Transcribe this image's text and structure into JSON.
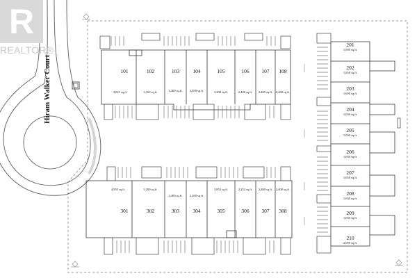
{
  "logo": {
    "glyph": "R",
    "wordmark": "REALTOR®"
  },
  "street_label": "Hiram Walker Court",
  "units": [
    {
      "id": "101",
      "area": "3,821 sq.ft."
    },
    {
      "id": "102",
      "area": "3,100 sq.ft."
    },
    {
      "id": "103",
      "area": "2,400 sq.ft."
    },
    {
      "id": "104",
      "area": "2,400 sq.ft."
    },
    {
      "id": "105",
      "area": "3,200 sq.ft."
    },
    {
      "id": "106",
      "area": "2,400 sq.ft."
    },
    {
      "id": "107",
      "area": "2,400 sq.ft."
    },
    {
      "id": "108",
      "area": "2,400 sq.ft."
    },
    {
      "id": "201",
      "area": "1,695 sq.ft."
    },
    {
      "id": "202",
      "area": "1,650 sq.ft."
    },
    {
      "id": "203",
      "area": "1,650 sq.ft."
    },
    {
      "id": "204",
      "area": "1,650 sq.ft."
    },
    {
      "id": "205",
      "area": "1,650 sq.ft."
    },
    {
      "id": "206",
      "area": "1,650 sq.ft."
    },
    {
      "id": "207",
      "area": "1,650 sq.ft."
    },
    {
      "id": "208",
      "area": "1,650 sq.ft."
    },
    {
      "id": "209",
      "area": "1,650 sq.ft."
    },
    {
      "id": "210",
      "area": "2,090 sq.ft."
    },
    {
      "id": "301",
      "area": "4,955 sq.ft."
    },
    {
      "id": "302",
      "area": "3,200 sq.ft."
    },
    {
      "id": "303",
      "area": "2,400 sq.ft."
    },
    {
      "id": "304",
      "area": "2,400 sq.ft."
    },
    {
      "id": "305",
      "area": "3,852 sq.ft."
    },
    {
      "id": "306",
      "area": "2,252 sq.ft."
    },
    {
      "id": "307",
      "area": "2,400 sq.ft."
    },
    {
      "id": "308",
      "area": "2,400 sq.ft."
    }
  ]
}
